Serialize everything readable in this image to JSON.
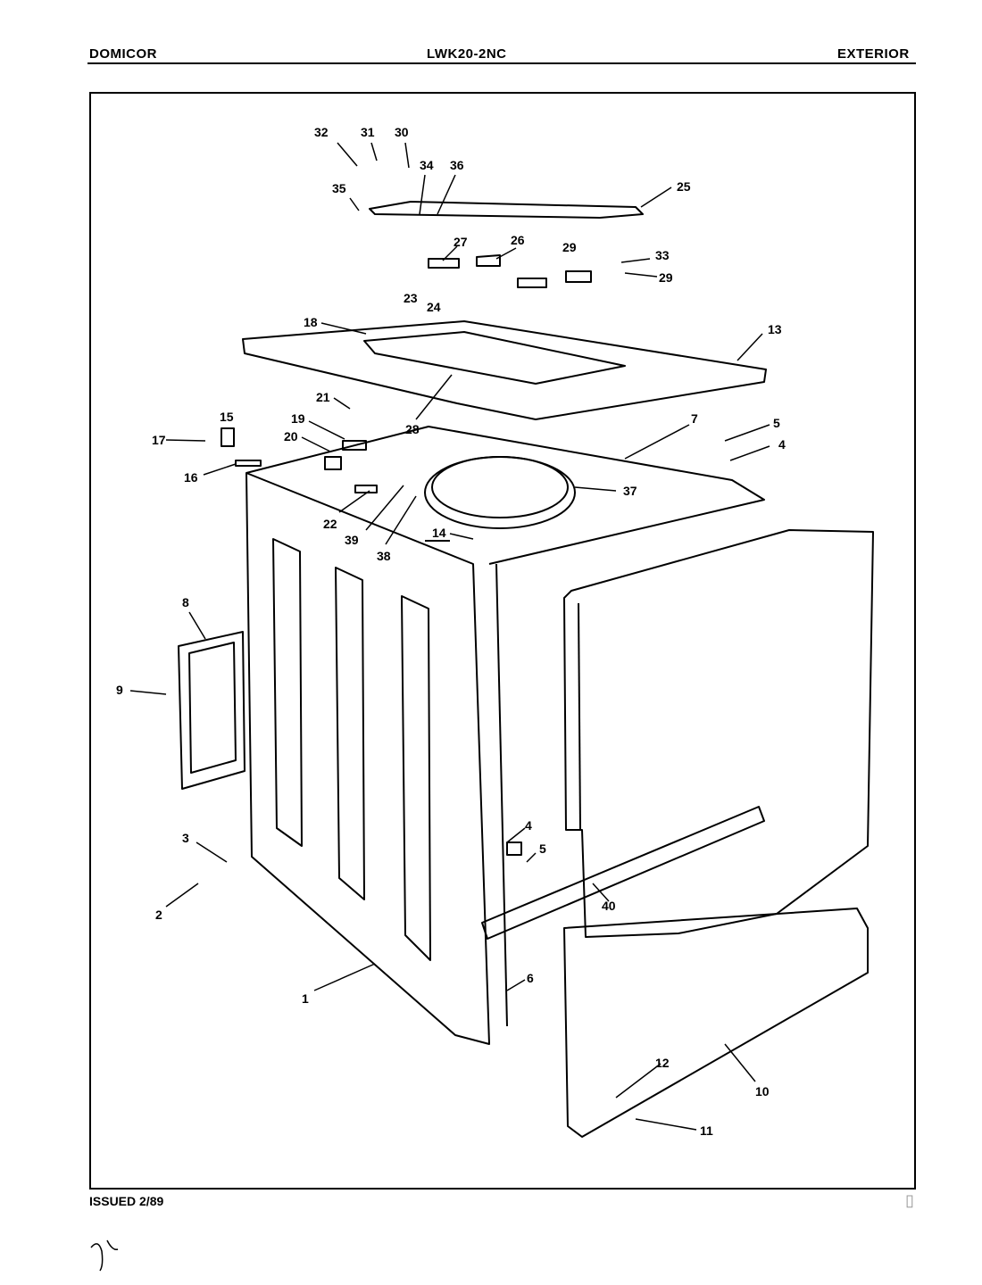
{
  "header": {
    "brand": "DOMICOR",
    "model": "LWK20-2NC",
    "section": "EXTERIOR"
  },
  "footer": {
    "issued": "ISSUED 2/89"
  },
  "callouts": [
    "32",
    "31",
    "30",
    "34",
    "36",
    "35",
    "25",
    "27",
    "26",
    "29",
    "33",
    "29",
    "23",
    "24",
    "18",
    "13",
    "21",
    "19",
    "15",
    "17",
    "20",
    "28",
    "7",
    "5",
    "4",
    "16",
    "37",
    "22",
    "39",
    "38",
    "14",
    "8",
    "9",
    "3",
    "2",
    "1",
    "4",
    "5",
    "40",
    "6",
    "10",
    "12",
    "11"
  ]
}
